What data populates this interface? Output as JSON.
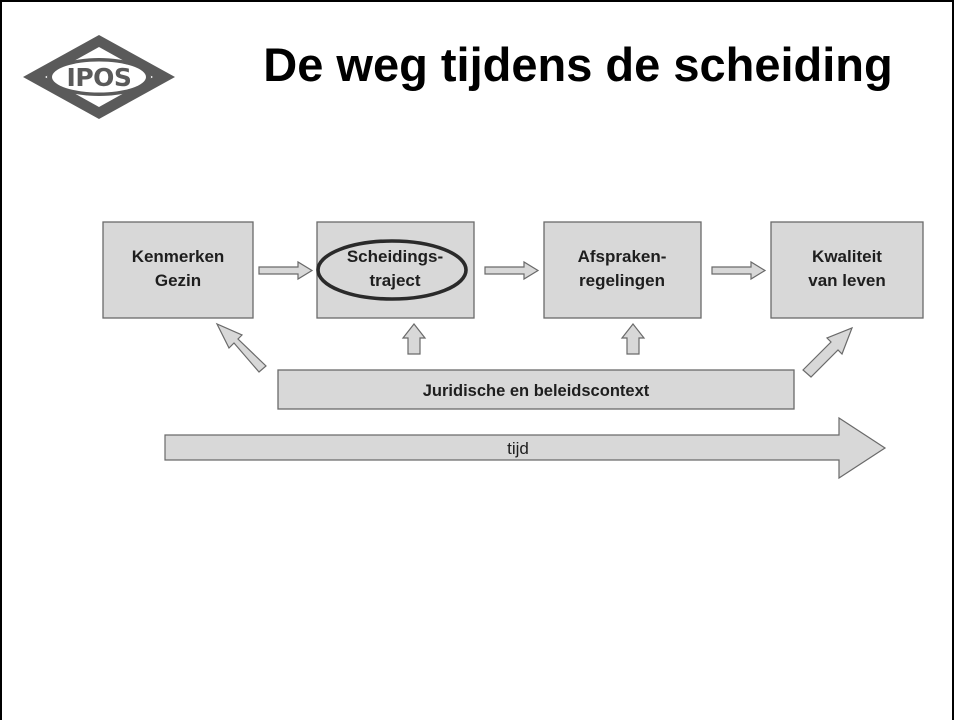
{
  "slide": {
    "title": "De weg tijdens de scheiding",
    "logo": {
      "text": "IPOS",
      "icon": "ipos-diamond-logo"
    }
  },
  "diagram": {
    "boxes": [
      {
        "line1": "Kenmerken",
        "line2": "Gezin"
      },
      {
        "line1": "Scheidings-",
        "line2": "traject"
      },
      {
        "line1": "Afspraken-",
        "line2": "regelingen"
      },
      {
        "line1": "Kwaliteit",
        "line2": "van leven"
      }
    ],
    "context_label": "Juridische en beleidscontext",
    "time_label": "tijd",
    "highlighted_box": "Scheidings-traject",
    "colors": {
      "box_fill": "#d8d8d8",
      "box_stroke": "#6a6a6a",
      "ellipse": "#2a2a2a",
      "logo": "#5a5a5a"
    }
  }
}
